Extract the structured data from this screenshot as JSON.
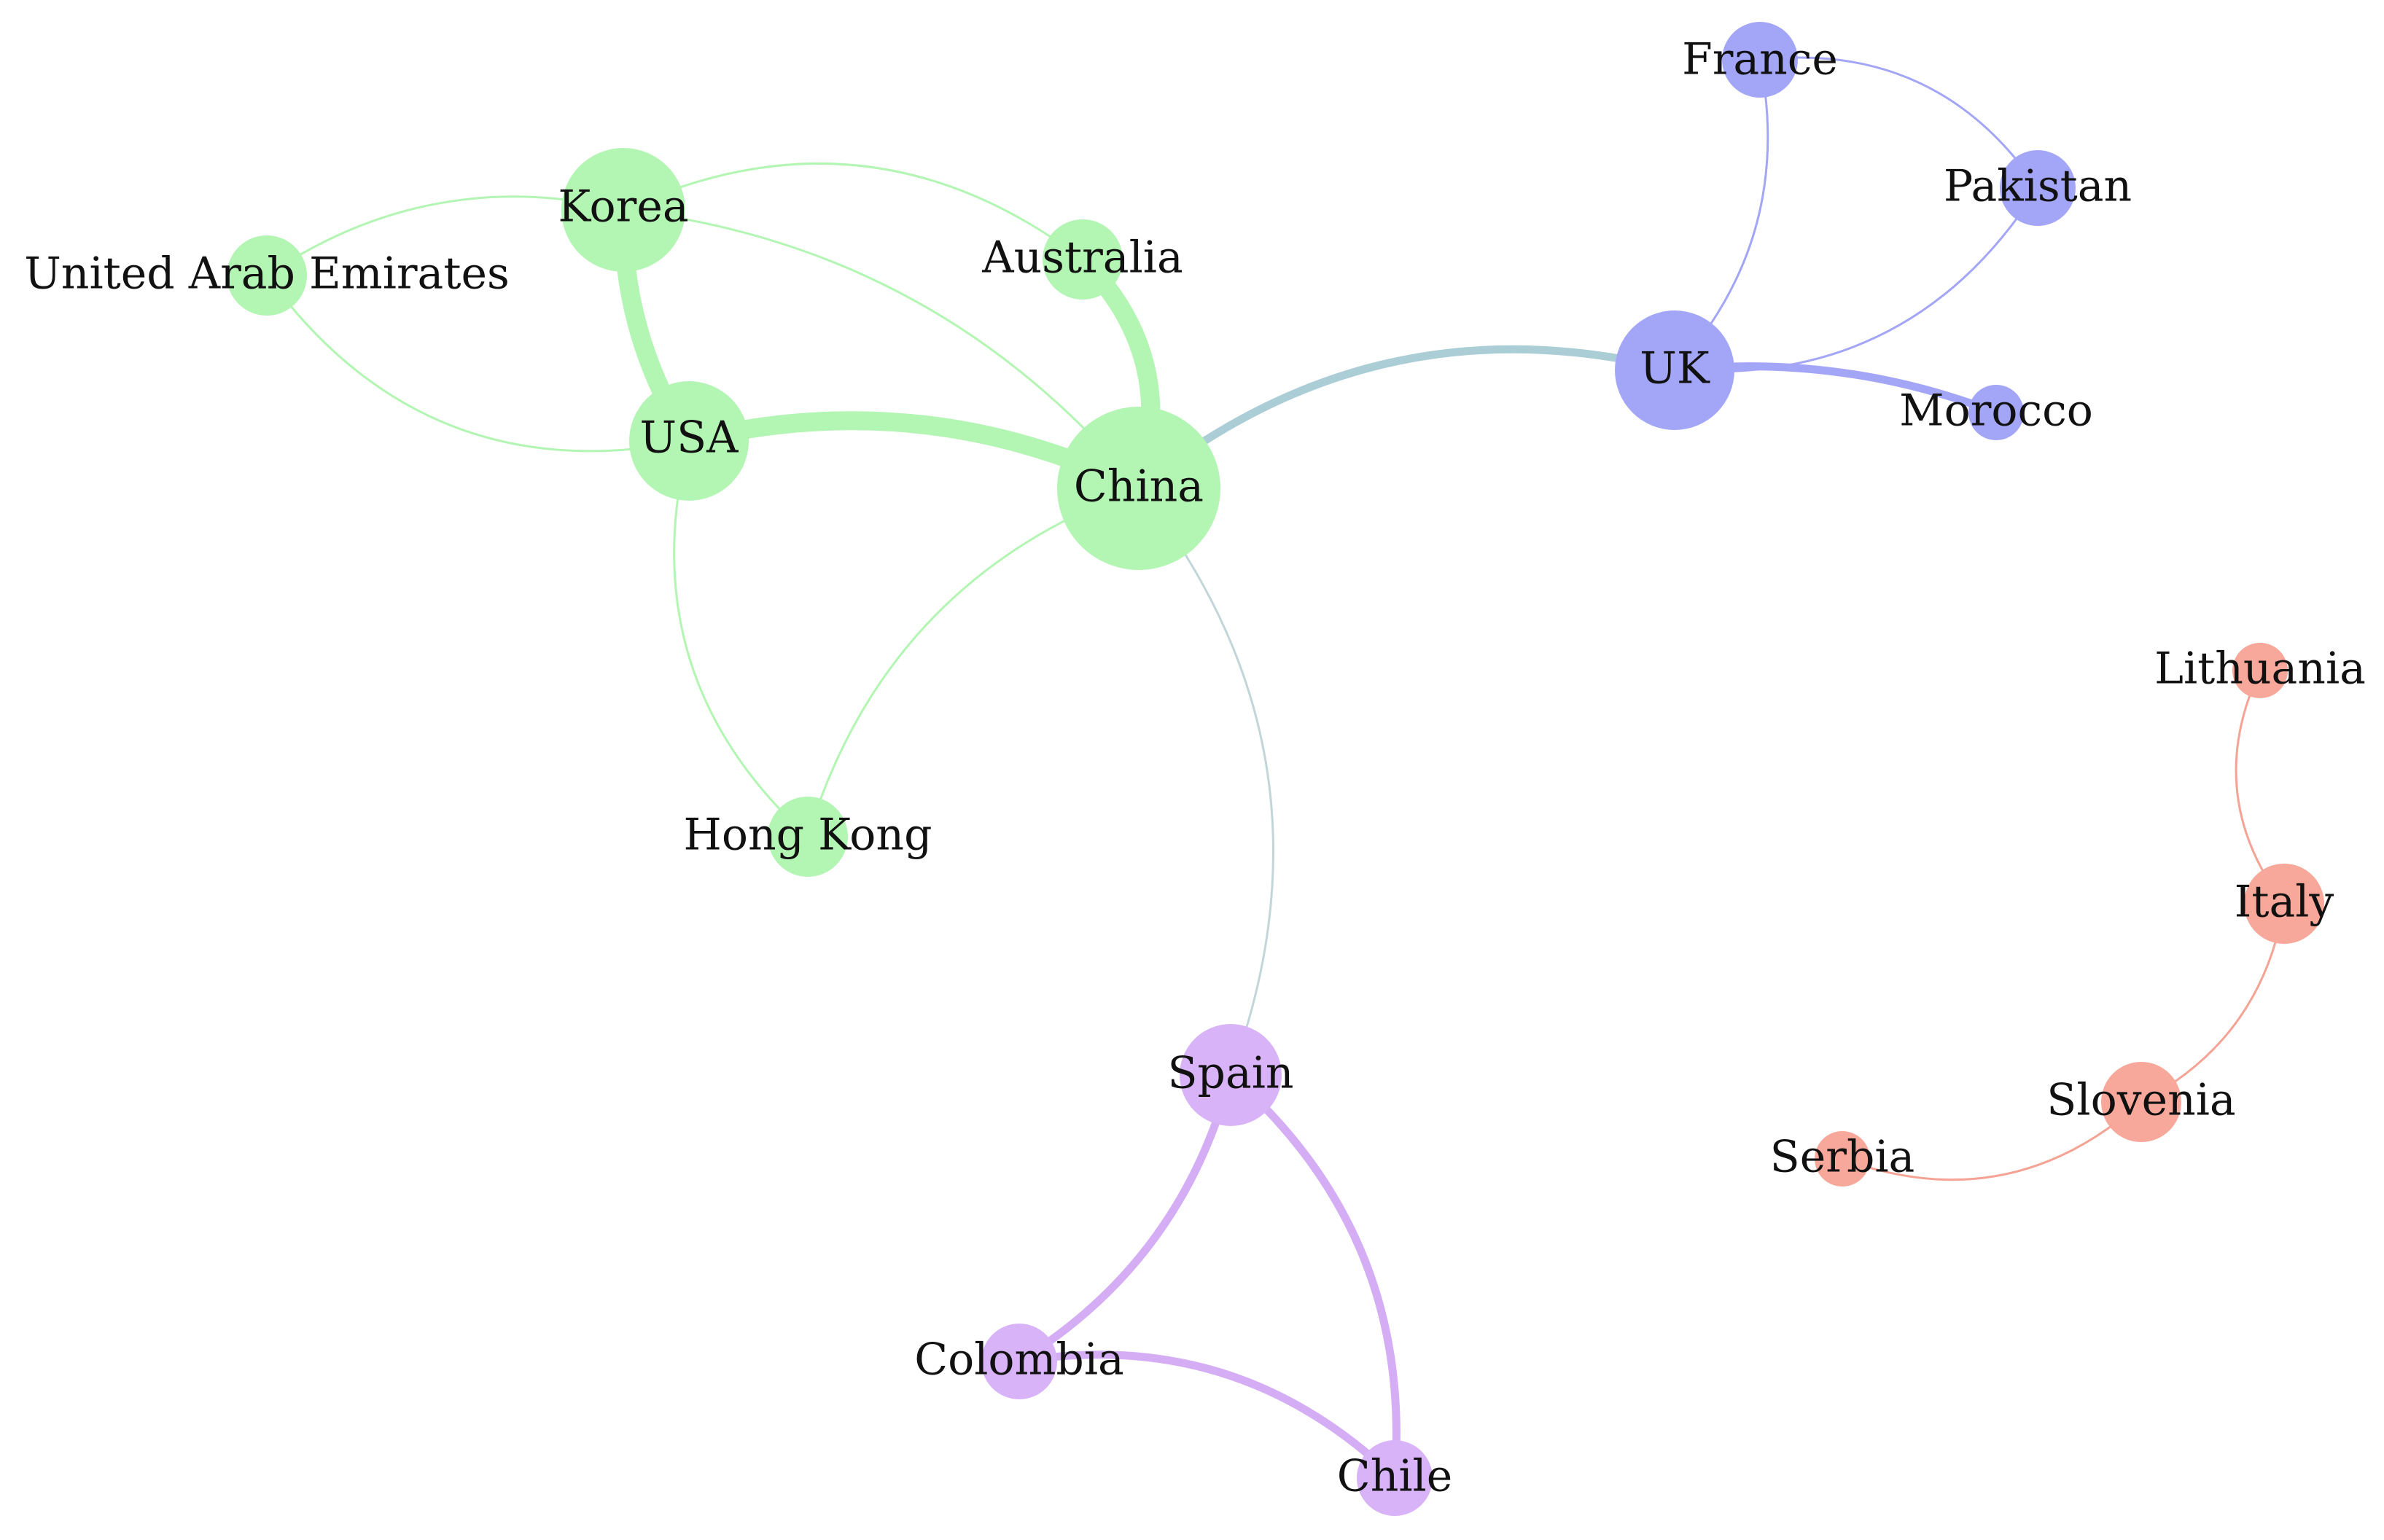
{
  "colors": {
    "green": "#b3f5b3",
    "blue": "#a3a6f7",
    "purple": "#d9b3f7",
    "red": "#f7a89a",
    "bridge": "#aacdd6",
    "bridge_thin": "#c2d6da",
    "green_edge": "#b3f5b3",
    "blue_edge": "#a3a6f7",
    "purple_edge": "#d4adf5",
    "red_edge": "#f4a395"
  },
  "nodes": [
    {
      "id": "China",
      "label": "China",
      "group": "green"
    },
    {
      "id": "USA",
      "label": "USA",
      "group": "green"
    },
    {
      "id": "Korea",
      "label": "Korea",
      "group": "green"
    },
    {
      "id": "Australia",
      "label": "Australia",
      "group": "green"
    },
    {
      "id": "UAE",
      "label": "United Arab Emirates",
      "group": "green"
    },
    {
      "id": "HongKong",
      "label": "Hong Kong",
      "group": "green"
    },
    {
      "id": "UK",
      "label": "UK",
      "group": "blue"
    },
    {
      "id": "France",
      "label": "France",
      "group": "blue"
    },
    {
      "id": "Pakistan",
      "label": "Pakistan",
      "group": "blue"
    },
    {
      "id": "Morocco",
      "label": "Morocco",
      "group": "blue"
    },
    {
      "id": "Spain",
      "label": "Spain",
      "group": "purple"
    },
    {
      "id": "Colombia",
      "label": "Colombia",
      "group": "purple"
    },
    {
      "id": "Chile",
      "label": "Chile",
      "group": "purple"
    },
    {
      "id": "Lithuania",
      "label": "Lithuania",
      "group": "red"
    },
    {
      "id": "Italy",
      "label": "Italy",
      "group": "red"
    },
    {
      "id": "Slovenia",
      "label": "Slovenia",
      "group": "red"
    },
    {
      "id": "Serbia",
      "label": "Serbia",
      "group": "red"
    }
  ],
  "edges": [
    {
      "source": "USA",
      "target": "China",
      "strength": "heavy"
    },
    {
      "source": "Korea",
      "target": "USA",
      "strength": "heavy"
    },
    {
      "source": "Australia",
      "target": "China",
      "strength": "heavy"
    },
    {
      "source": "China",
      "target": "UK",
      "strength": "medium"
    },
    {
      "source": "UK",
      "target": "Morocco",
      "strength": "medium"
    },
    {
      "source": "Spain",
      "target": "Colombia",
      "strength": "medium"
    },
    {
      "source": "Spain",
      "target": "Chile",
      "strength": "medium"
    },
    {
      "source": "Colombia",
      "target": "Chile",
      "strength": "medium"
    },
    {
      "source": "UAE",
      "target": "Korea",
      "strength": "light"
    },
    {
      "source": "UAE",
      "target": "USA",
      "strength": "light"
    },
    {
      "source": "Korea",
      "target": "Australia",
      "strength": "light"
    },
    {
      "source": "Korea",
      "target": "China",
      "strength": "light"
    },
    {
      "source": "USA",
      "target": "HongKong",
      "strength": "light"
    },
    {
      "source": "China",
      "target": "HongKong",
      "strength": "light"
    },
    {
      "source": "China",
      "target": "Spain",
      "strength": "light"
    },
    {
      "source": "France",
      "target": "UK",
      "strength": "light"
    },
    {
      "source": "France",
      "target": "Pakistan",
      "strength": "light"
    },
    {
      "source": "Pakistan",
      "target": "UK",
      "strength": "light"
    },
    {
      "source": "Lithuania",
      "target": "Italy",
      "strength": "light"
    },
    {
      "source": "Italy",
      "target": "Slovenia",
      "strength": "light"
    },
    {
      "source": "Slovenia",
      "target": "Serbia",
      "strength": "light"
    }
  ]
}
